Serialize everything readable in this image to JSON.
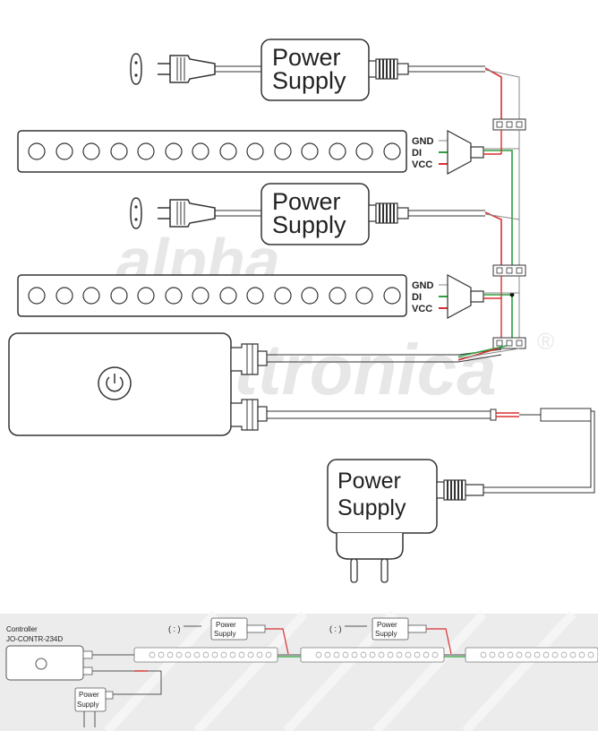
{
  "main": {
    "power_supply_label_line1": "Power",
    "power_supply_label_line2": "Supply",
    "strip_pins": [
      "GND",
      "DI",
      "VCC"
    ]
  },
  "watermark": {
    "line1": "alpha",
    "line2": "elettronica",
    "mark": "®"
  },
  "overview": {
    "controller_label": "Controller",
    "controller_model": "JO-CONTR-234D",
    "power_supply_label_line1": "Power",
    "power_supply_label_line2": "Supply"
  },
  "colors": {
    "wire_red": "#d93030",
    "wire_green": "#2e9e3e",
    "outline": "#333333",
    "overview_bg": "#ececec"
  }
}
